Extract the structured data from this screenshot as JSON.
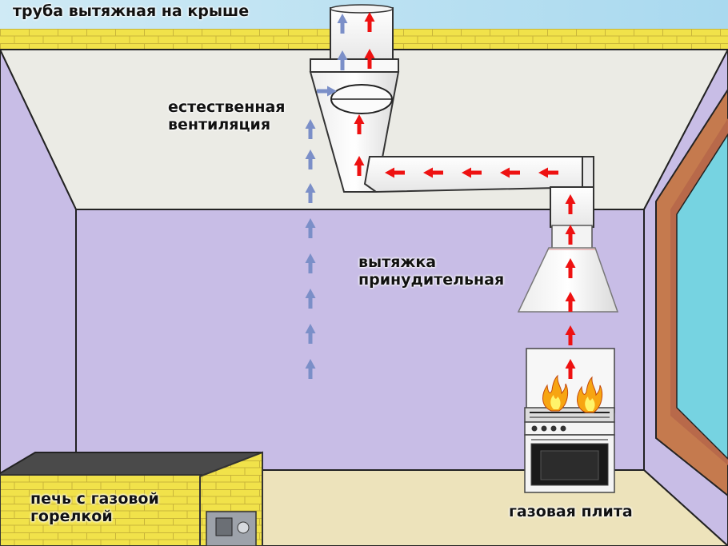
{
  "labels": {
    "roof_pipe": "труба вытяжная на крыше",
    "natural_ventilation": [
      "естественная",
      "вентиляция"
    ],
    "forced_hood": [
      "вытяжка",
      "принудительная"
    ],
    "gas_stove": "газовая плита",
    "furnace": [
      "печь с газовой",
      "горелкой"
    ]
  },
  "colors": {
    "wall": "#c8bde6",
    "ceiling": "#ebebe5",
    "floor": "#ede3bb",
    "brick": "#f1e24a",
    "sky": "#bfe3f3",
    "window_frame": "#c57a4e",
    "window_glass": "#76d3e1",
    "duct": "#f7f7f7",
    "forced_arrow": "#ee1111",
    "natural_arrow": "#7b8fc8",
    "flame": "#f7a512"
  },
  "icons": {
    "flame": "flame-icon",
    "arrow_up": "arrow-up-icon",
    "arrow_left": "arrow-left-icon"
  }
}
